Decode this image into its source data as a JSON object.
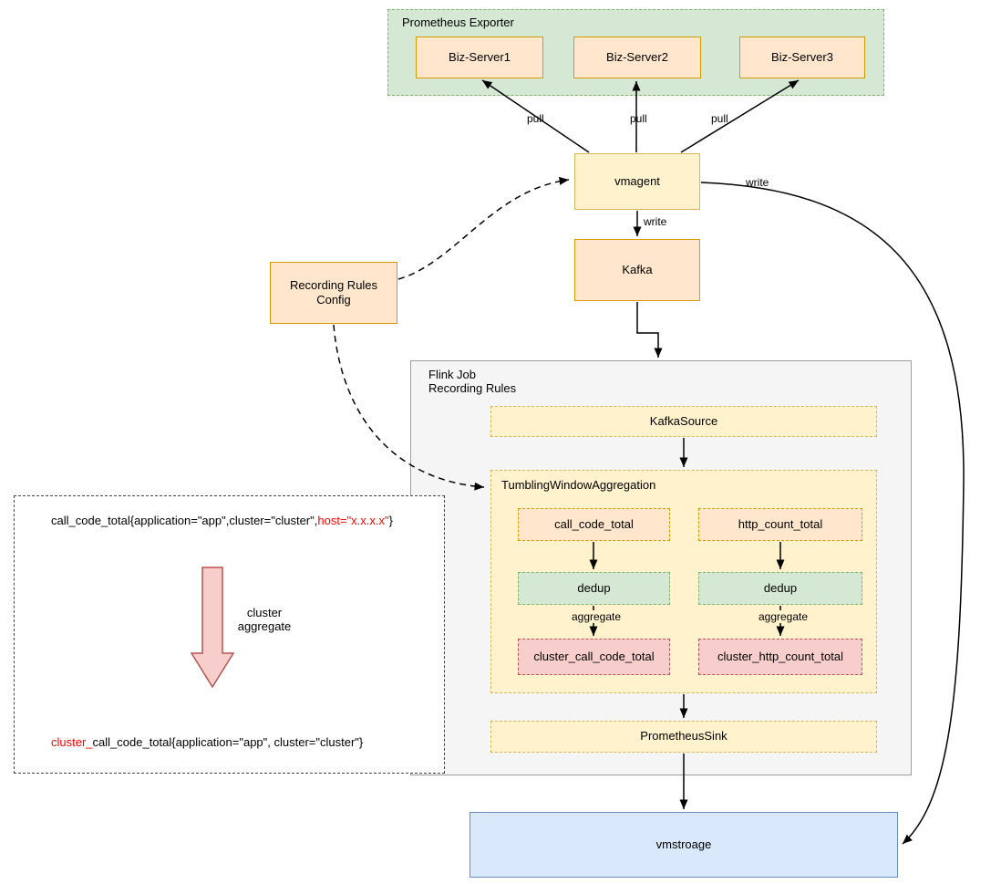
{
  "exporter_group": {
    "label": "Prometheus Exporter",
    "servers": [
      {
        "label": "Biz-Server1"
      },
      {
        "label": "Biz-Server2"
      },
      {
        "label": "Biz-Server3"
      }
    ]
  },
  "nodes": {
    "vmagent": "vmagent",
    "kafka": "Kafka",
    "recording_rules_config": "Recording Rules\nConfig",
    "vmstorage": "vmstroage"
  },
  "flink": {
    "label": "Flink Job\nRecording Rules",
    "kafka_source": "KafkaSource",
    "aggregation": {
      "label": "TumblingWindowAggregation",
      "left": {
        "input": "call_code_total",
        "dedup": "dedup",
        "output": "cluster_call_code_total"
      },
      "right": {
        "input": "http_count_total",
        "dedup": "dedup",
        "output": "cluster_http_count_total"
      }
    },
    "prometheus_sink": "PrometheusSink"
  },
  "edges": {
    "pull": "pull",
    "write_to_kafka": "write",
    "write_to_vmstorage": "write",
    "aggregate": "aggregate"
  },
  "annotation": {
    "line1_prefix": "call_code_total{application=\"app\",cluster=\"cluster\",",
    "line1_highlight": "host=\"x.x.x.x\"",
    "line1_suffix": "}",
    "arrow_label": "cluster\naggregate",
    "line2_highlight": "cluster_",
    "line2_rest": "call_code_total{application=\"app\", cluster=\"cluster\"}"
  },
  "colors": {
    "highlight_text": "#ff0000",
    "orange_fill": "#ffe6cc",
    "orange_border": "#d79b00",
    "yellow_fill": "#fff2cc",
    "yellow_border": "#d6b656",
    "green_fill": "#d5e8d4",
    "green_border": "#82b366",
    "pink_fill": "#f8cecc",
    "pink_border": "#b85450",
    "blue_fill": "#dae8fc",
    "blue_border": "#6c8ebf"
  }
}
